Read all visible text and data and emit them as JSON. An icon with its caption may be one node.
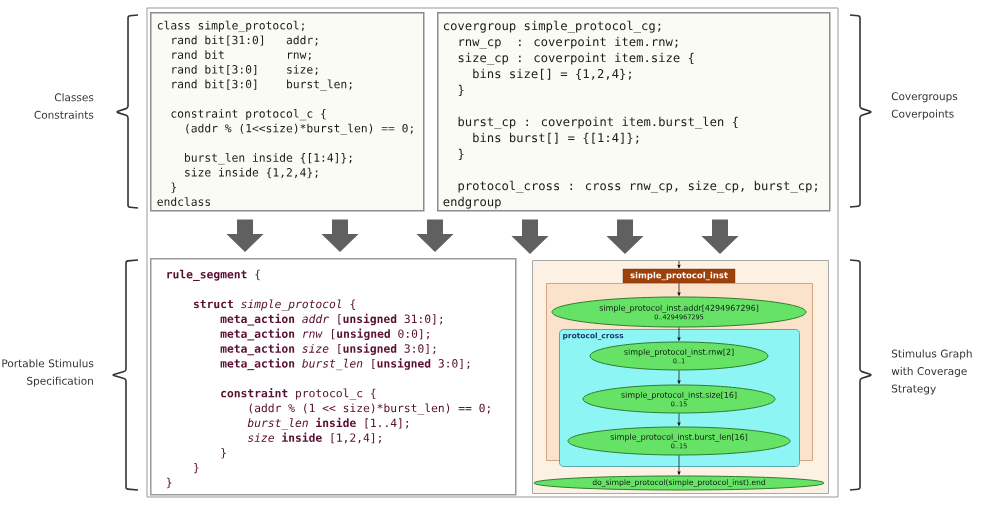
{
  "diagram": {
    "nodes": [
      {
        "text": [
          "class simple_protocol;",
          "rand bit[31:0]   addr;",
          "rand bit         rnw;",
          "rand bit[3:0]    size;",
          "rand bit[3:0]    burst_len;",
          "constraint protocol_c {",
          "(addr % (1<<size)*burst_len) == 0;",
          "burst_len inside {[1:4]};",
          "size inside {1,2,4};",
          "}",
          "endclass"
        ]
      },
      {
        "text": [
          "covergroup simple_protocol_cg;",
          "rnw_cp  : coverpoint item.rnw;",
          "size_cp : coverpoint item.size {",
          "bins size[] = {1,2,4};",
          "}",
          "burst_cp : coverpoint item.burst_len {",
          "bins burst[] = {[1:4]};",
          "}",
          "protocol_cross : cross rnw_cp, size_cp, burst_cp;",
          "endgroup"
        ]
      },
      {
        "text": [
          "**rule_segment** {",
          "**struct** *simple_protocol* {",
          "**meta_action** *addr* [**unsigned** 31:0];",
          "**meta_action** *rnw* [**unsigned** 0:0];",
          "**meta_action** *size* [**unsigned** 3:0];",
          "**meta_action** *burst_len* [**unsigned** 3:0];",
          "**constraint** protocol_c {",
          "(addr % (1 << size)*burst_len) == 0;",
          "*burst_len* **inside** [1..4];",
          "*size* **inside** [1,2,4];",
          "}",
          "}",
          "}"
        ]
      },
      {
        "text": [],
        "shape": "box"
      },
      {
        "text": [
          "simple_protocol_inst"
        ],
        "in": 3
      },
      {
        "text": [],
        "shape": "box",
        "in": 3
      },
      {
        "text": [
          "simple_protocol_inst.addr[4294967296]",
          "0..4294967295"
        ],
        "in": 5
      },
      {
        "text": [
          "protocol_cross"
        ],
        "in": 5
      },
      {
        "text": [
          "simple_protocol_inst.rnw[2]",
          "0..1"
        ],
        "in": 7
      },
      {
        "text": [
          "simple_protocol_inst.size[16]",
          "0..15"
        ],
        "in": 7
      },
      {
        "text": [
          "simple_protocol_inst.burst_len[16]",
          "0..15"
        ],
        "in": 7
      },
      {
        "text": [
          "do_simple_protocol(simple_protocol_inst).end"
        ],
        "in": 3
      }
    ],
    "edges": [
      {
        "from": 0,
        "to": 2,
        "arrow": "to",
        "style": "thick",
        "color": "#606060"
      },
      {
        "from": 0,
        "to": 2,
        "arrow": "to",
        "style": "thick",
        "color": "#606060"
      },
      {
        "from": 1,
        "to": 2,
        "arrow": "to",
        "style": "thick",
        "color": "#606060"
      },
      {
        "from": 1,
        "to": 3,
        "arrow": "to",
        "style": "thick",
        "color": "#606060"
      },
      {
        "from": 1,
        "to": 3,
        "arrow": "to",
        "style": "thick",
        "color": "#606060"
      },
      {
        "from": 1,
        "to": 3,
        "arrow": "to",
        "style": "thick",
        "color": "#606060"
      },
      {
        "from": null,
        "to": 4,
        "arrow": "to",
        "color": "#000000"
      },
      {
        "from": 4,
        "to": 6,
        "arrow": "to",
        "color": "#000000"
      },
      {
        "from": 6,
        "to": 8,
        "arrow": "to",
        "color": "#000000"
      },
      {
        "from": 8,
        "to": 9,
        "arrow": "to",
        "color": "#000000"
      },
      {
        "from": 9,
        "to": 10,
        "arrow": "to",
        "color": "#000000"
      },
      {
        "from": 10,
        "to": 11,
        "arrow": "to",
        "color": "#000000"
      }
    ],
    "labels": [
      "Classes Constraints",
      "Covergroups Coverpoints",
      "Portable Stimulus Specification",
      "Stimulus Graph with Coverage Strategy"
    ]
  }
}
